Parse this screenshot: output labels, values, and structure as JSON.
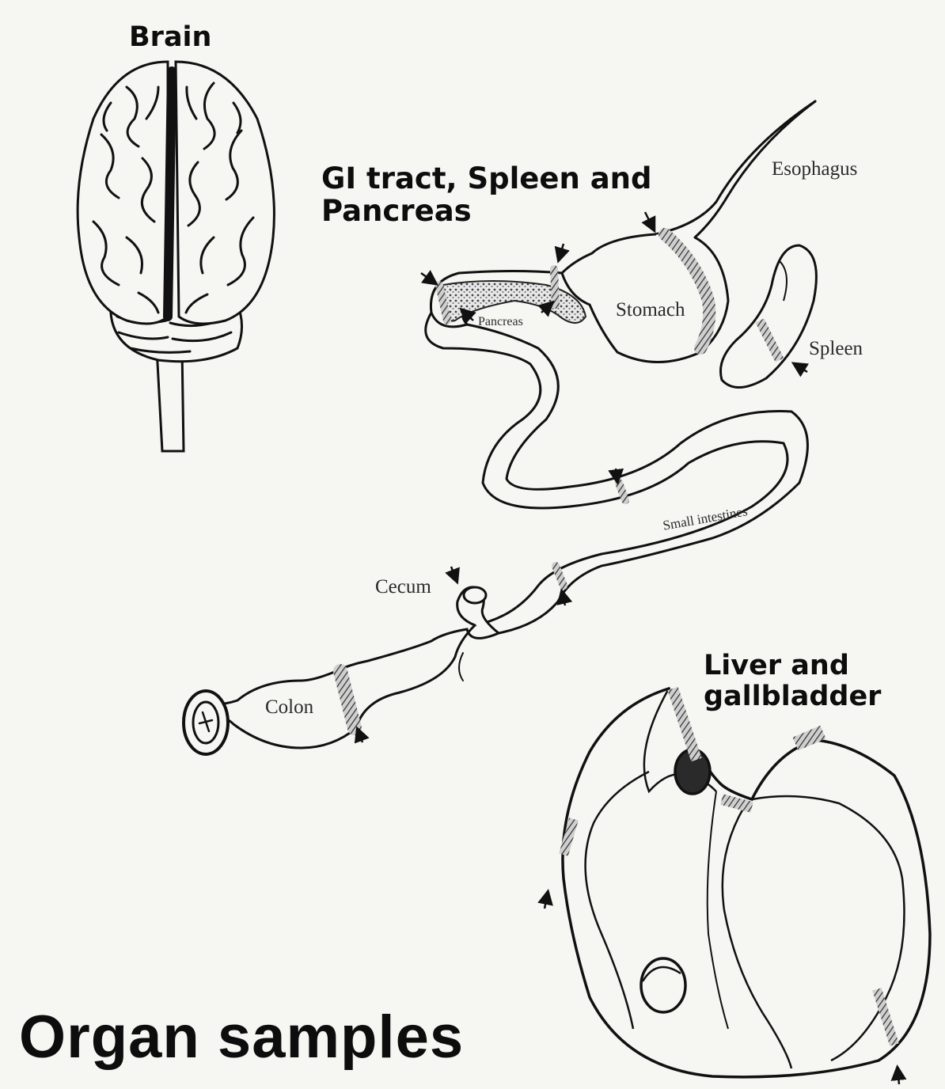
{
  "headings": {
    "brain": "Brain",
    "gi": [
      "GI tract, Spleen and",
      "Pancreas"
    ],
    "liver": [
      "Liver and",
      "gallbladder"
    ],
    "main": "Organ samples"
  },
  "labels": {
    "esophagus": "Esophagus",
    "stomach": "Stomach",
    "spleen": "Spleen",
    "pancreas": "Pancreas",
    "small_intestines": "Small intestines",
    "cecum": "Cecum",
    "colon": "Colon"
  },
  "colors": {
    "ink": "#111111",
    "paper": "#f6f6f3",
    "hatch": "#555555"
  }
}
